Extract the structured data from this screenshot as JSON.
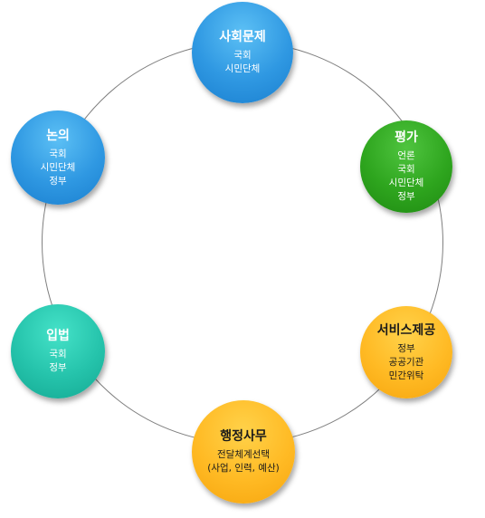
{
  "colors": {
    "blue": "#2f98e2",
    "green": "#2ea51e",
    "teal": "#25c3ab",
    "orange": "#ffba24",
    "ring": "#7f7f7f"
  },
  "nodes": [
    {
      "title": "사회문제",
      "lines": [
        "국회",
        "시민단체"
      ]
    },
    {
      "title": "평가",
      "lines": [
        "언론",
        "국회",
        "시민단체",
        "정부"
      ]
    },
    {
      "title": "서비스제공",
      "lines": [
        "정부",
        "공공기관",
        "민간위탁"
      ]
    },
    {
      "title": "행정사무",
      "lines": [
        "전달체계선택",
        "(사업, 인력, 예산)"
      ]
    },
    {
      "title": "입법",
      "lines": [
        "국회",
        "정부"
      ]
    },
    {
      "title": "논의",
      "lines": [
        "국회",
        "시민단체",
        "정부"
      ]
    }
  ]
}
